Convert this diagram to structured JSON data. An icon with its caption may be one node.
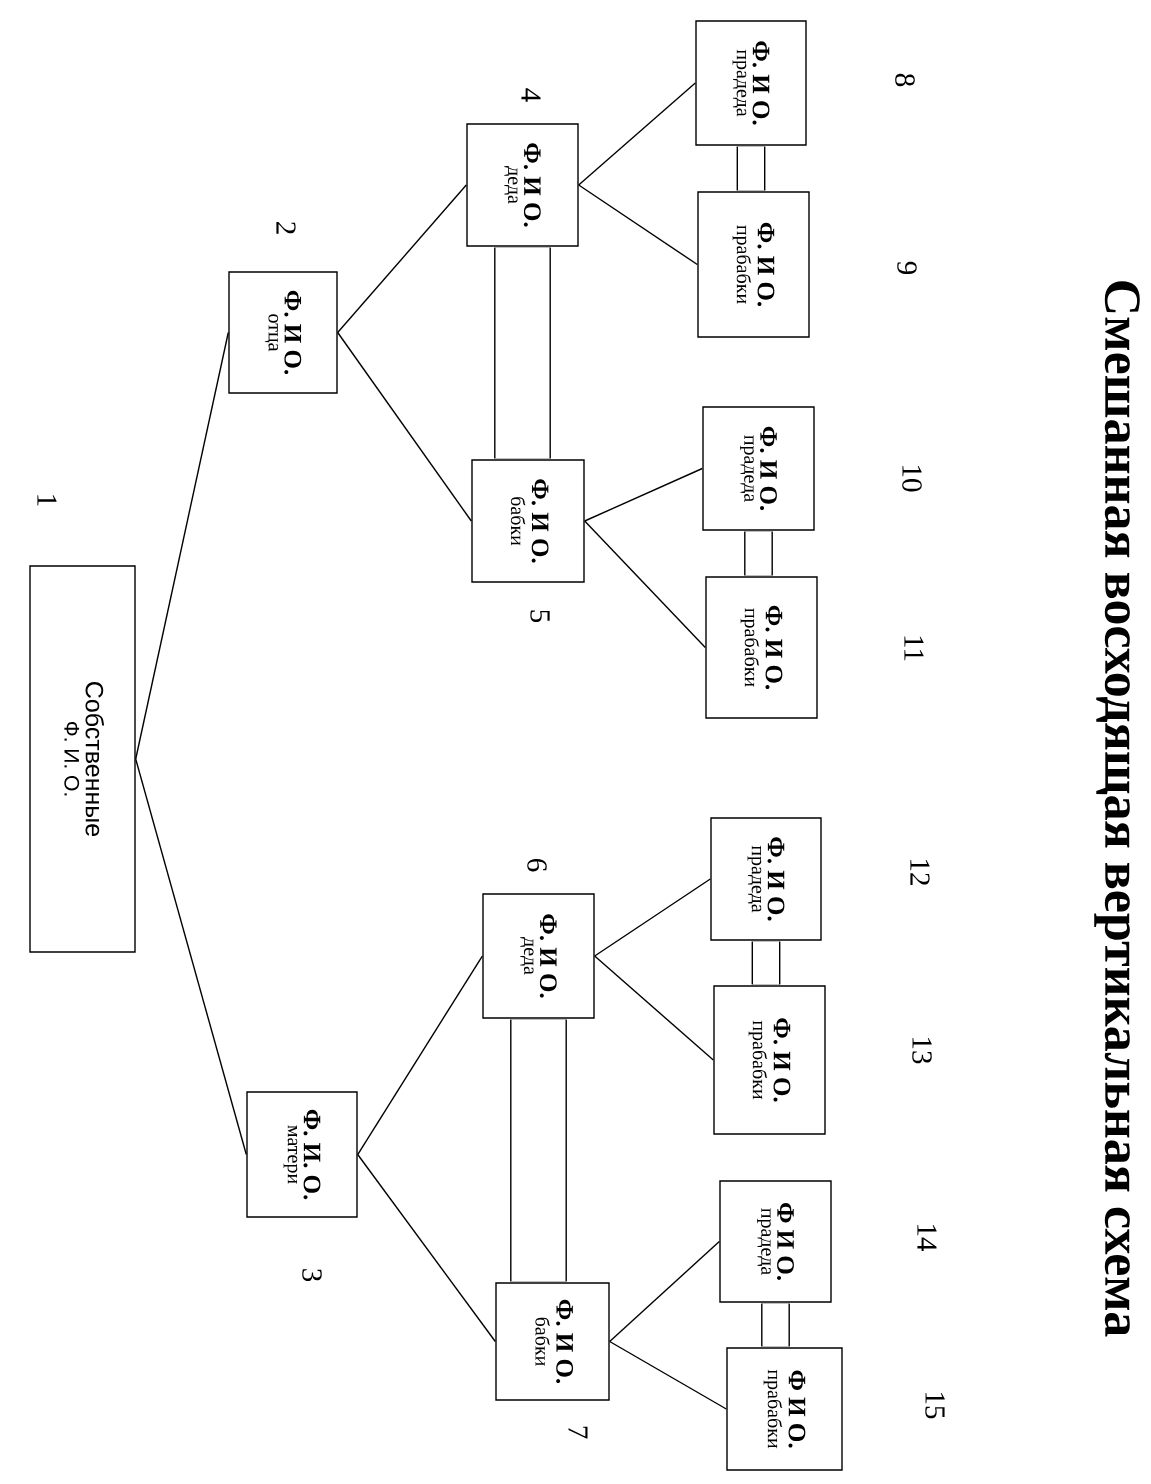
{
  "diagram": {
    "title": "Смешанная восходящая вертикальная схема",
    "nodes": [
      {
        "text": [
          "Собственные",
          "Ф. И. О."
        ],
        "beside": [
          "1"
        ]
      },
      {
        "text": [
          "Ф. И О.",
          "отца"
        ],
        "beside": [
          "2"
        ]
      },
      {
        "text": [
          "Ф. И. О.",
          "матери"
        ],
        "beside": [
          "3"
        ]
      },
      {
        "text": [
          "Ф. И О.",
          "деда"
        ],
        "beside": [
          "4"
        ]
      },
      {
        "text": [
          "Ф. И О.",
          "бабки"
        ],
        "beside": [
          "5"
        ]
      },
      {
        "text": [
          "Ф. И О.",
          "деда"
        ],
        "beside": [
          "6"
        ]
      },
      {
        "text": [
          "Ф. И О.",
          "бабки"
        ],
        "beside": [
          "7"
        ]
      },
      {
        "text": [
          "Ф. И О.",
          "прадеда"
        ],
        "beside": [
          "8"
        ]
      },
      {
        "text": [
          "Ф. И О.",
          "прабабки"
        ],
        "beside": [
          "9"
        ]
      },
      {
        "text": [
          "Ф. И О.",
          "прадеда"
        ],
        "beside": [
          "10"
        ]
      },
      {
        "text": [
          "Ф. И О.",
          "прабабки"
        ],
        "beside": [
          "11"
        ]
      },
      {
        "text": [
          "Ф. И О.",
          "прадеда"
        ],
        "beside": [
          "12"
        ]
      },
      {
        "text": [
          "Ф. И О.",
          "прабабки"
        ],
        "beside": [
          "13"
        ]
      },
      {
        "text": [
          "Ф И О.",
          "прадеда"
        ],
        "beside": [
          "14"
        ]
      },
      {
        "text": [
          "Ф И О.",
          "прабабки"
        ],
        "beside": [
          "15"
        ]
      }
    ],
    "edges": [
      {
        "from": 0,
        "to": 1,
        "arrow": "none"
      },
      {
        "from": 0,
        "to": 2,
        "arrow": "none"
      },
      {
        "from": 1,
        "to": 3,
        "arrow": "none"
      },
      {
        "from": 1,
        "to": 4,
        "arrow": "none"
      },
      {
        "from": 2,
        "to": 5,
        "arrow": "none"
      },
      {
        "from": 2,
        "to": 6,
        "arrow": "none"
      },
      {
        "from": 3,
        "to": 7,
        "arrow": "none"
      },
      {
        "from": 3,
        "to": 8,
        "arrow": "none"
      },
      {
        "from": 4,
        "to": 9,
        "arrow": "none"
      },
      {
        "from": 4,
        "to": 10,
        "arrow": "none"
      },
      {
        "from": 5,
        "to": 11,
        "arrow": "none"
      },
      {
        "from": 5,
        "to": 12,
        "arrow": "none"
      },
      {
        "from": 6,
        "to": 13,
        "arrow": "none"
      },
      {
        "from": 6,
        "to": 14,
        "arrow": "none"
      },
      {
        "from": 3,
        "to": 4,
        "arrow": "none",
        "style": "thick"
      },
      {
        "from": 5,
        "to": 6,
        "arrow": "none",
        "style": "thick"
      },
      {
        "from": 7,
        "to": 8,
        "arrow": "none",
        "style": "thick"
      },
      {
        "from": 9,
        "to": 10,
        "arrow": "none",
        "style": "thick"
      },
      {
        "from": 11,
        "to": 12,
        "arrow": "none",
        "style": "thick"
      },
      {
        "from": 13,
        "to": 14,
        "arrow": "none",
        "style": "thick"
      }
    ]
  }
}
